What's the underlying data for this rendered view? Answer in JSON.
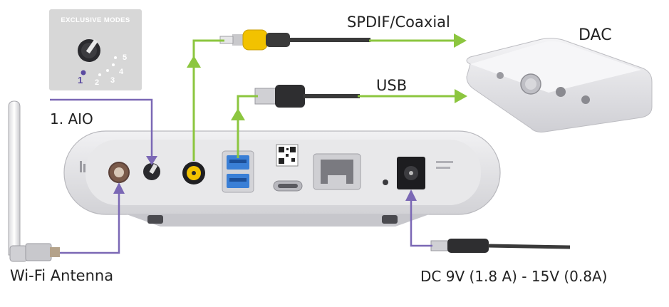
{
  "labels": {
    "spdif": "SPDIF/Coaxial",
    "usb": "USB",
    "dac": "DAC",
    "aio": "1. AIO",
    "wifi": "Wi-Fi Antenna",
    "dc": "DC 9V (1.8 A) - 15V (0.8A)"
  },
  "modes_box": {
    "title": "EXCLUSIVE MODES",
    "numbers": [
      "1",
      "2",
      "3",
      "4",
      "5"
    ]
  },
  "colors": {
    "green_arrow": "#8cc63f",
    "purple_arrow": "#7b68b5",
    "rca_tip": "#f2c200",
    "usb_port": "#3a7fd6",
    "device_body": "#e3e3e5",
    "cable": "#3a3a3a"
  }
}
